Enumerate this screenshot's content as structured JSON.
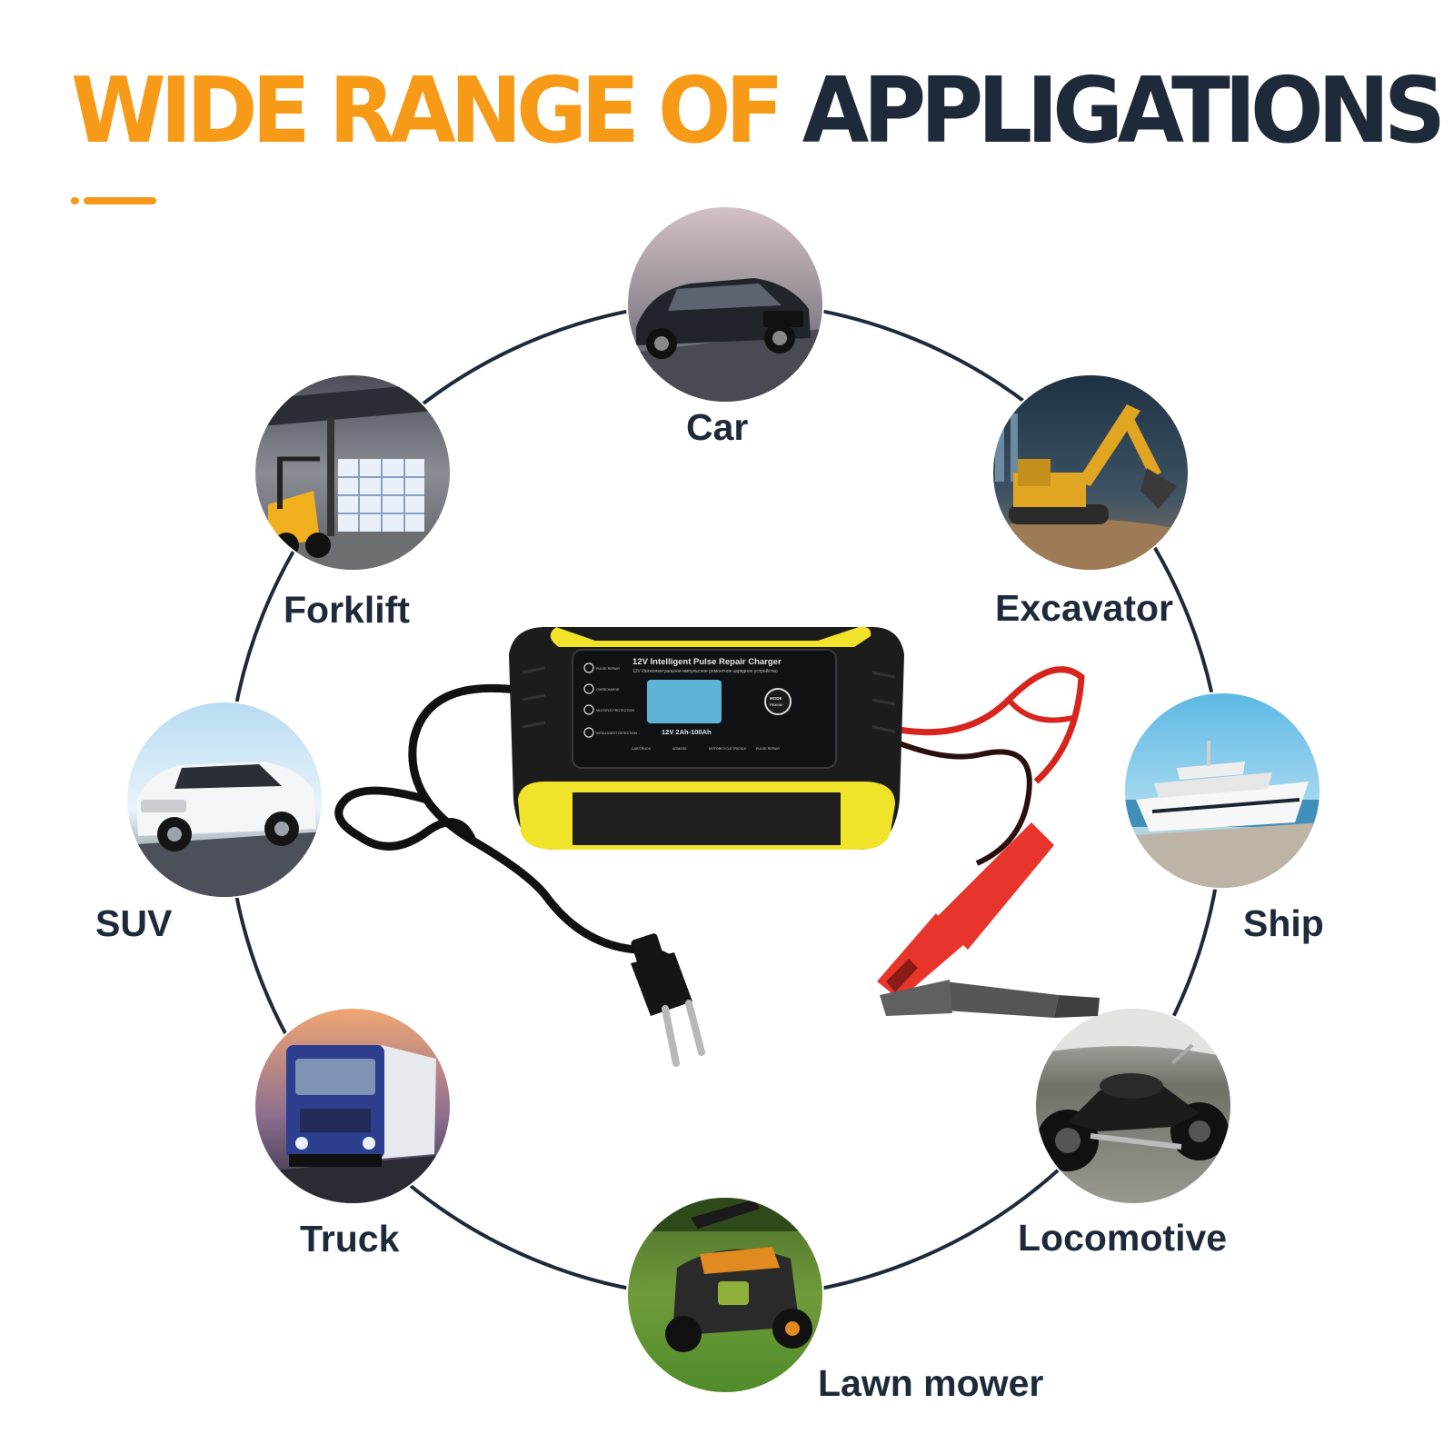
{
  "header": {
    "title_part1": "WIDE RANGE OF",
    "title_part2": "APPLIGATIONS"
  },
  "colors": {
    "accent_orange": "#f79a17",
    "navy_text": "#1e2a3a",
    "ring": "#1e2a3a",
    "charger_yellow": "#f0e32a",
    "lcd": "#5fb3d6",
    "clamp_red": "#e8352b"
  },
  "applications": [
    {
      "id": "car",
      "label": "Car",
      "icon": "sedan-car-photo"
    },
    {
      "id": "excavator",
      "label": "Excavator",
      "icon": "excavator-photo"
    },
    {
      "id": "ship",
      "label": "Ship",
      "icon": "yacht-ship-photo"
    },
    {
      "id": "locomotive",
      "label": "Locomotive",
      "icon": "motorcycle-photo"
    },
    {
      "id": "lawn-mower",
      "label": "Lawn mower",
      "icon": "lawn-mower-photo"
    },
    {
      "id": "truck",
      "label": "Truck",
      "icon": "semi-truck-photo"
    },
    {
      "id": "suv",
      "label": "SUV",
      "icon": "suv-photo"
    },
    {
      "id": "forklift",
      "label": "Forklift",
      "icon": "forklift-photo"
    }
  ],
  "charger": {
    "panel_title": "12V Intelligent Pulse Repair Charger",
    "panel_subtitle": "12V Интеллектуальное импульсное ремонтное зарядное устройство",
    "spec": "12V 2Ah-100Ah",
    "mode_button": "MODE",
    "mode_button_sub": "Режим",
    "features": [
      "PULSE REPAIR",
      "OVERCHARGE",
      "MULTIPLE PROTECTION",
      "INTELLIGENT DETECTION"
    ],
    "modes": [
      "CAR/TRUCK",
      "AGM/GEL",
      "MOTORCYCLE TRICKLE",
      "PULSE REPAIR"
    ]
  }
}
